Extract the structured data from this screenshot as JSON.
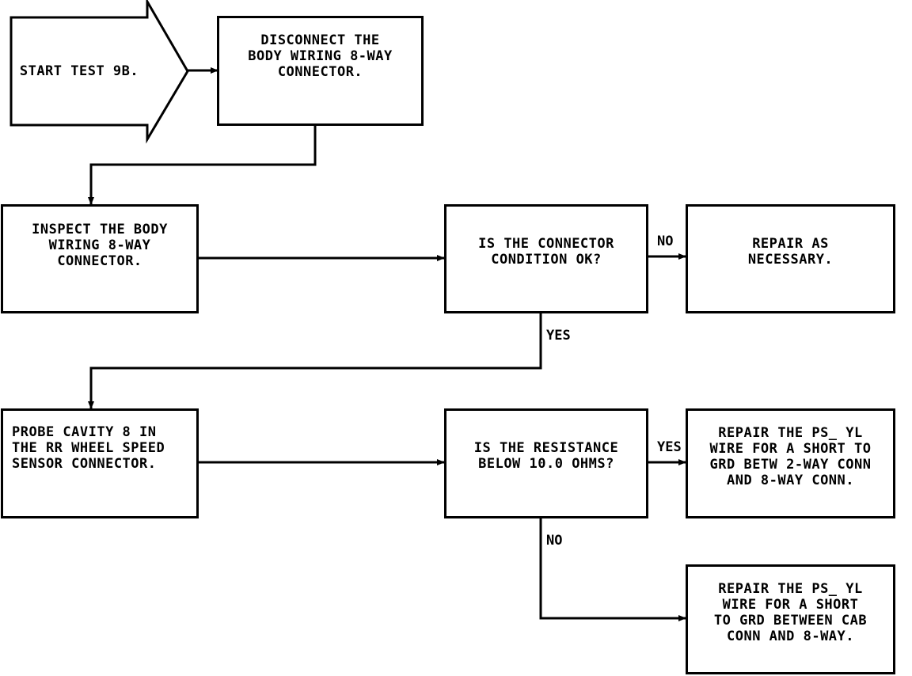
{
  "diagram": {
    "start": {
      "label": "START TEST 9B."
    },
    "nodes": {
      "disconnect": {
        "label": "DISCONNECT THE\nBODY WIRING 8-WAY\nCONNECTOR."
      },
      "inspect": {
        "label": "INSPECT THE BODY\nWIRING 8-WAY\nCONNECTOR."
      },
      "condition_ok": {
        "label": "IS THE CONNECTOR\nCONDITION OK?"
      },
      "repair_as_necessary": {
        "label": "REPAIR AS\nNECESSARY."
      },
      "probe": {
        "label": "PROBE CAVITY 8 IN\nTHE RR WHEEL SPEED\nSENSOR CONNECTOR."
      },
      "resistance": {
        "label": "IS THE RESISTANCE\nBELOW 10.0 OHMS?"
      },
      "repair_short_conn": {
        "label": "REPAIR THE PS_ YL\nWIRE FOR A SHORT TO\nGRD BETW 2-WAY CONN\nAND 8-WAY CONN."
      },
      "repair_short_cab": {
        "label": "REPAIR THE PS_ YL\nWIRE FOR A SHORT\nTO GRD BETWEEN CAB\nCONN AND 8-WAY."
      }
    },
    "edge_labels": {
      "condition_no": "NO",
      "condition_yes": "YES",
      "resistance_yes": "YES",
      "resistance_no": "NO"
    },
    "line_color": "#000000",
    "background_color": "#ffffff"
  }
}
